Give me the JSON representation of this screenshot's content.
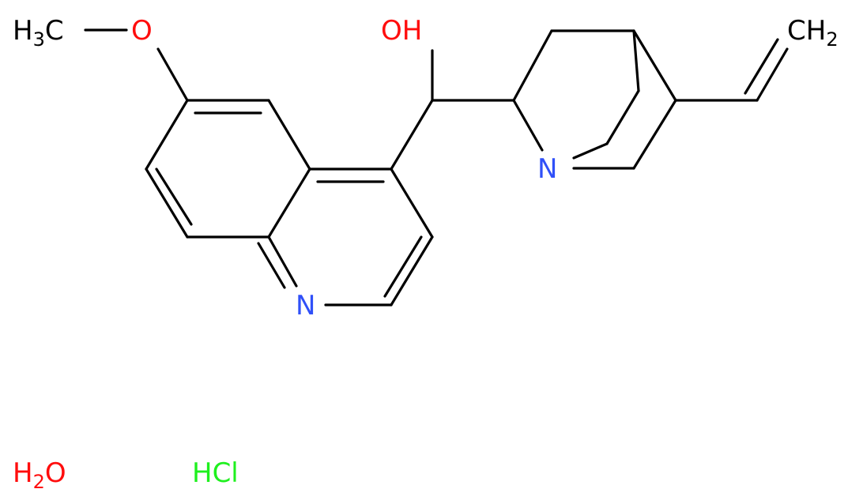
{
  "colors": {
    "bond": "#000000",
    "carbon": "#000000",
    "nitrogen": "#3050f8",
    "oxygen": "#ff0d0d",
    "chlorine": "#1ff01f"
  },
  "labels": {
    "methyl": {
      "main": "H",
      "sub": "3",
      "tail": "C"
    },
    "methoxy_o": "O",
    "hydroxyl": "OH",
    "quinoline_n": "N",
    "quinuclidine_n": "N",
    "vinyl_ch2": {
      "main": "CH",
      "sub": "2"
    },
    "water": {
      "h": "H",
      "sub": "2",
      "o": "O"
    },
    "hcl": "HCl"
  }
}
